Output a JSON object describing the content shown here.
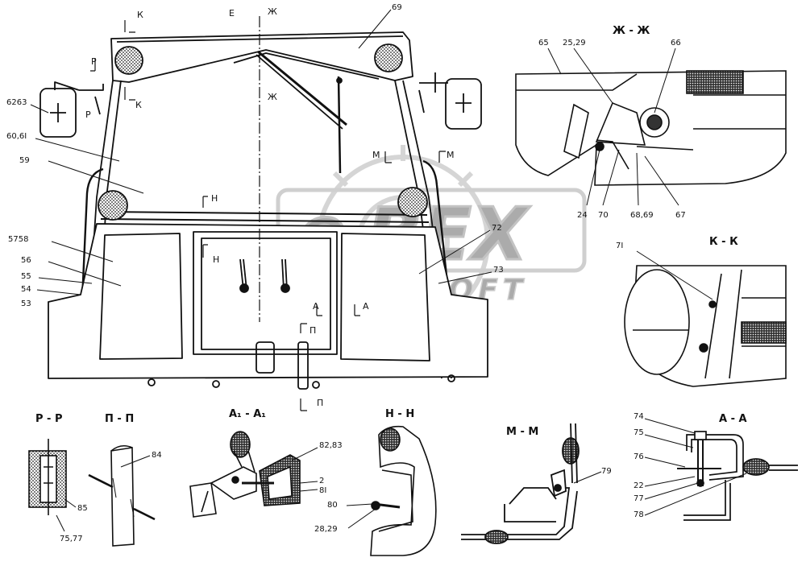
{
  "watermark": {
    "brand": "BEX",
    "brand_prefix": "O",
    "sub": "AUTOSOFT"
  },
  "section_marks": {
    "k_top": "К",
    "k_bottom": "К",
    "e": "Е",
    "zh_top": "Ж",
    "zh_bottom": "Ж",
    "r_top": "Р",
    "r_bottom": "Р",
    "m_left": "М",
    "m_right": "М",
    "n_top": "Н",
    "n_bottom": "Н",
    "a_left": "А",
    "a_right": "А",
    "p_top": "П",
    "p_bottom": "П"
  },
  "callouts": {
    "c69": "69",
    "c62_63": "6263",
    "c60_61": "60,6I",
    "c59": "59",
    "c57_58": "5758",
    "c56": "56",
    "c55": "55",
    "c54": "54",
    "c53": "53",
    "c72": "72",
    "c73": "73"
  },
  "detail_zh": {
    "title": "Ж - Ж",
    "labels": {
      "l65": "65",
      "l25_29": "25,29",
      "l66": "66",
      "l24": "24",
      "l70": "70",
      "l68_69": "68,69",
      "l67": "67"
    }
  },
  "detail_k": {
    "title": "К - К",
    "labels": {
      "l71": "7I"
    }
  },
  "detail_r": {
    "title": "Р - Р",
    "labels": {
      "l85": "85",
      "l75_77": "75,77"
    }
  },
  "detail_p": {
    "title": "П - П",
    "labels": {
      "l84": "84"
    }
  },
  "detail_a1": {
    "title": "А₁ - А₁",
    "labels": {
      "l82_83": "82,83",
      "l2": "2",
      "l81": "8I"
    }
  },
  "detail_n": {
    "title": "Н - Н",
    "labels": {
      "l80": "80",
      "l28_29": "28,29"
    }
  },
  "detail_m": {
    "title": "М - М",
    "labels": {
      "l79": "79"
    }
  },
  "detail_a": {
    "title": "А - А",
    "labels": {
      "l74": "74",
      "l75": "75",
      "l76": "76",
      "l22": "22",
      "l77": "77",
      "l78": "78"
    }
  }
}
